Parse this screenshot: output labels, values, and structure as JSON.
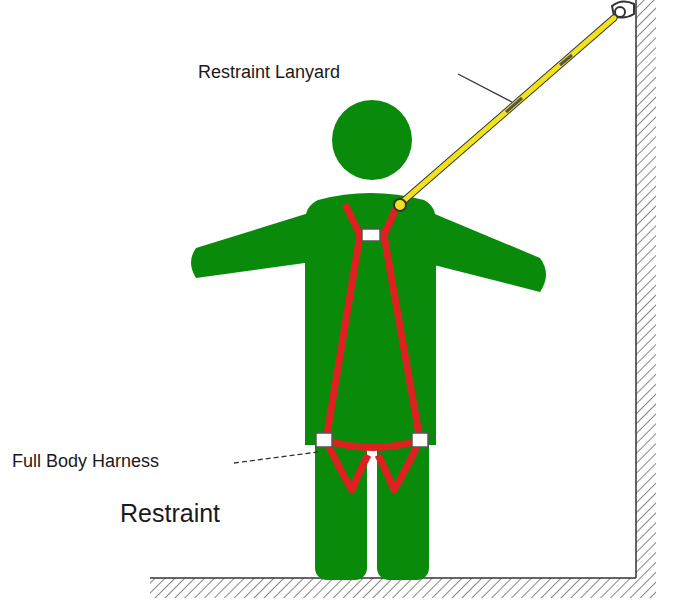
{
  "diagram": {
    "labels": [
      "Restraint Lanyard",
      "Full Body Harness",
      "Restraint"
    ]
  }
}
